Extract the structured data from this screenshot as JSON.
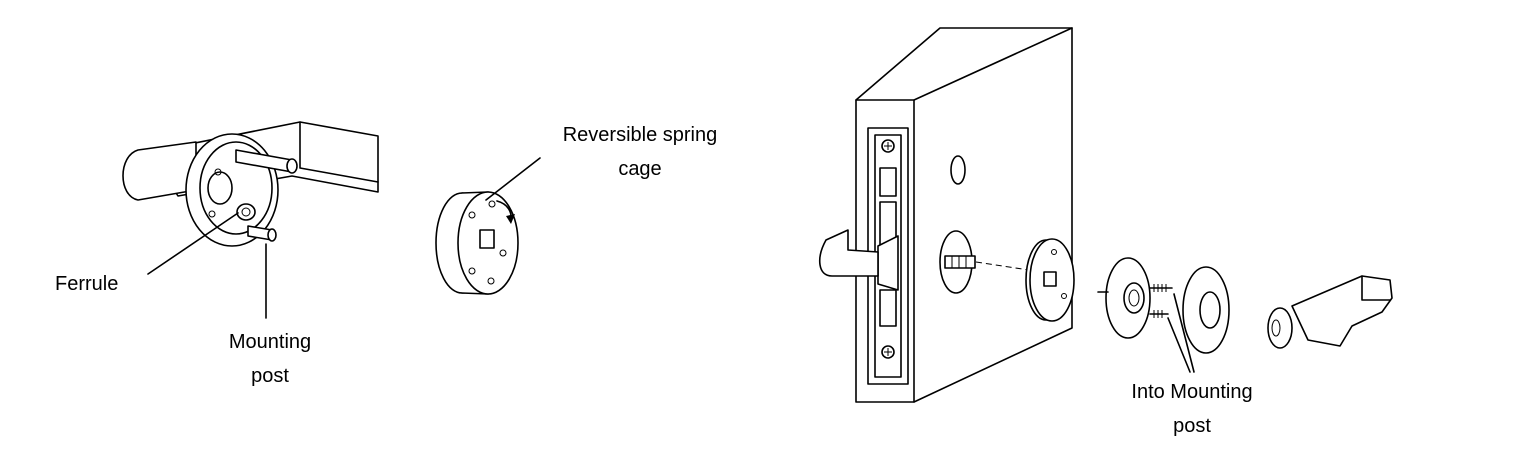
{
  "labels": {
    "ferrule": "Ferrule",
    "mounting_post_line1": "Mounting",
    "mounting_post_line2": "post",
    "spring_cage_line1": "Reversible spring",
    "spring_cage_line2": "cage",
    "into_mounting_line1": "Into Mounting",
    "into_mounting_line2": "post"
  }
}
